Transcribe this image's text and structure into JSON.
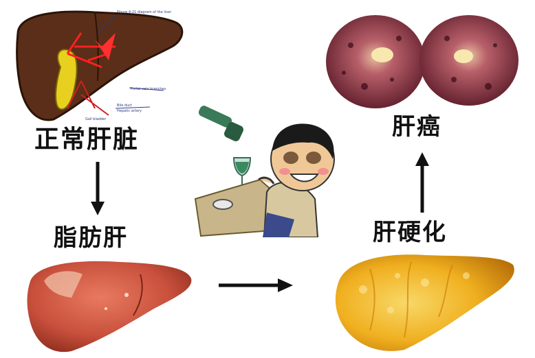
{
  "labels": {
    "normal_liver": "正常肝脏",
    "fatty_liver": "脂肪肝",
    "cirrhosis": "肝硬化",
    "liver_cancer": "肝癌"
  },
  "anatomy_annotations": {
    "title": "Figure 4-21 diagram of the liver",
    "note_1": "Portal vein branches",
    "note_2": "Bile duct",
    "note_3": "Hepatic artery",
    "note_4": "Gall bladder"
  },
  "colors": {
    "normal_liver": "#5a2e18",
    "gallbladder": "#e8d020",
    "fatty_liver": "#c8503c",
    "cirrhosis": "#f0b020",
    "cancer_tissue": "#7a2a3a",
    "arrow": "#111111"
  },
  "icons": [
    "normal-liver-illustration",
    "fatty-liver-photo",
    "cirrhotic-liver-photo",
    "liver-cancer-section-photo",
    "drinking-man-cartoon",
    "wine-bottle-icon",
    "wine-glass-icon"
  ]
}
